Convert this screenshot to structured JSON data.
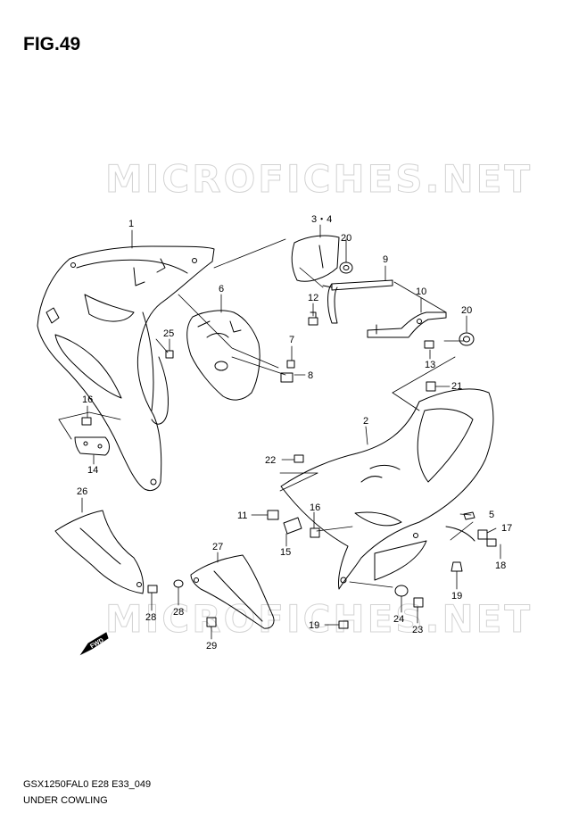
{
  "figure_title": "FIG.49",
  "watermark_text": "MICROFICHES.NET",
  "model_code": "GSX1250FAL0 E28 E33_049",
  "section_name": "UNDER COWLING",
  "direction_badge": "FWD",
  "callouts": {
    "c1": "1",
    "c2": "2",
    "c3_4": "3・4",
    "c5": "5",
    "c6": "6",
    "c7": "7",
    "c8": "8",
    "c9": "9",
    "c10": "10",
    "c11": "11",
    "c12": "12",
    "c13": "13",
    "c14": "14",
    "c15": "15",
    "c16a": "16",
    "c16b": "16",
    "c17": "17",
    "c18": "18",
    "c19a": "19",
    "c19b": "19",
    "c20a": "20",
    "c20b": "20",
    "c21": "21",
    "c22": "22",
    "c23": "23",
    "c24": "24",
    "c25": "25",
    "c26": "26",
    "c27": "27",
    "c28a": "28",
    "c28b": "28",
    "c29": "29"
  },
  "colors": {
    "line": "#000000",
    "watermark": "#cfcfcf",
    "background": "#ffffff"
  }
}
